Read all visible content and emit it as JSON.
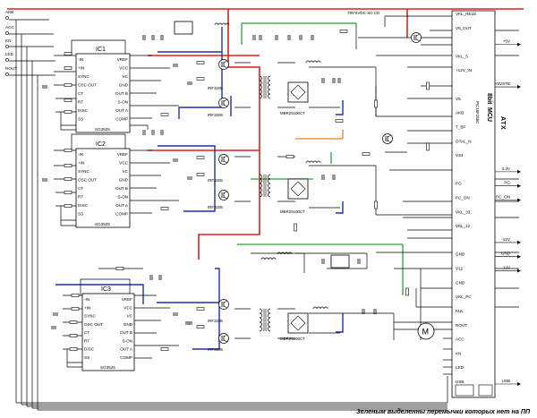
{
  "inputs": [
    "AKB",
    "ACC",
    "KN",
    "LED",
    "ROUT"
  ],
  "ic_blocks": [
    {
      "id": "IC1",
      "part": "SG3525",
      "left_pins": [
        "-IN",
        "+IN",
        "SYNC",
        "OSC OUT",
        "CT",
        "RT",
        "DISC",
        "SS"
      ],
      "right_pins": [
        "VREF",
        "VCC",
        "VC",
        "GND",
        "OUT B",
        "S-ON",
        "OUT A",
        "COMP"
      ]
    },
    {
      "id": "IC2",
      "part": "SG3525",
      "left_pins": [
        "-IN",
        "+IN",
        "SYNC",
        "OSC OUT",
        "CT",
        "RT",
        "DISC",
        "SS"
      ],
      "right_pins": [
        "VREF",
        "VCC",
        "VC",
        "GND",
        "OUT B",
        "S-ON",
        "OUT A",
        "COMP"
      ]
    },
    {
      "id": "IC3",
      "part": "SG3525",
      "left_pins": [
        "-IN",
        "+IN",
        "SYNC",
        "OSC OUT",
        "CT",
        "RT",
        "DISC",
        "SS"
      ],
      "right_pins": [
        "VREF",
        "VCC",
        "VC",
        "GND",
        "OUT B",
        "S-ON",
        "OUT A",
        "COMP"
      ]
    }
  ],
  "mosfets": [
    "IRF3205",
    "IRF3205",
    "IRF3205",
    "IRF3205",
    "IRF3205",
    "IRF3205"
  ],
  "diodes": [
    "MBR25100CT",
    "MBR25100CT",
    "MBR25100CT"
  ],
  "relay": "78V-5VDC-SC-CD",
  "mcu": {
    "bits": "8bit",
    "name": "MCU",
    "part": "PIC18F2550"
  },
  "atx_title": "ATX",
  "atx_pins": [
    {
      "name": "VKL_RELE",
      "net": ""
    },
    {
      "name": "V5_OUT",
      "net": ""
    },
    {
      "name": "",
      "net": "+5V"
    },
    {
      "name": "VKL_5",
      "net": ""
    },
    {
      "name": "+12V_IN",
      "net": ""
    },
    {
      "name": "",
      "net": "+5VSTB"
    },
    {
      "name": "V5",
      "net": ""
    },
    {
      "name": "AKB",
      "net": ""
    },
    {
      "name": "T_BP",
      "net": ""
    },
    {
      "name": "OTAL_N",
      "net": ""
    },
    {
      "name": "V33",
      "net": ""
    },
    {
      "name": "",
      "net": "3.3V"
    },
    {
      "name": "PG",
      "net": "PG"
    },
    {
      "name": "PC_ON",
      "net": "PC_ON"
    },
    {
      "name": "VKL_33",
      "net": ""
    },
    {
      "name": "VKL_12",
      "net": ""
    },
    {
      "name": "",
      "net": "-12V"
    },
    {
      "name": "GND",
      "net": "GND"
    },
    {
      "name": "V12",
      "net": "12V"
    },
    {
      "name": "GND",
      "net": ""
    },
    {
      "name": "VKL_PC",
      "net": ""
    },
    {
      "name": "KUL",
      "net": ""
    },
    {
      "name": "ROUT",
      "net": ""
    },
    {
      "name": "ACC",
      "net": ""
    },
    {
      "name": "KN",
      "net": ""
    },
    {
      "name": "LED",
      "net": ""
    },
    {
      "name": "USB",
      "net": "USB"
    }
  ],
  "fan_label": "M",
  "footer": "Зеленым выделенны перемычки которых нет на ПП",
  "colors": {
    "wire": "#000000",
    "blue": "#1f2fb4",
    "red": "#e0211b",
    "green": "#2aa334",
    "orange": "#ef7d1a"
  }
}
